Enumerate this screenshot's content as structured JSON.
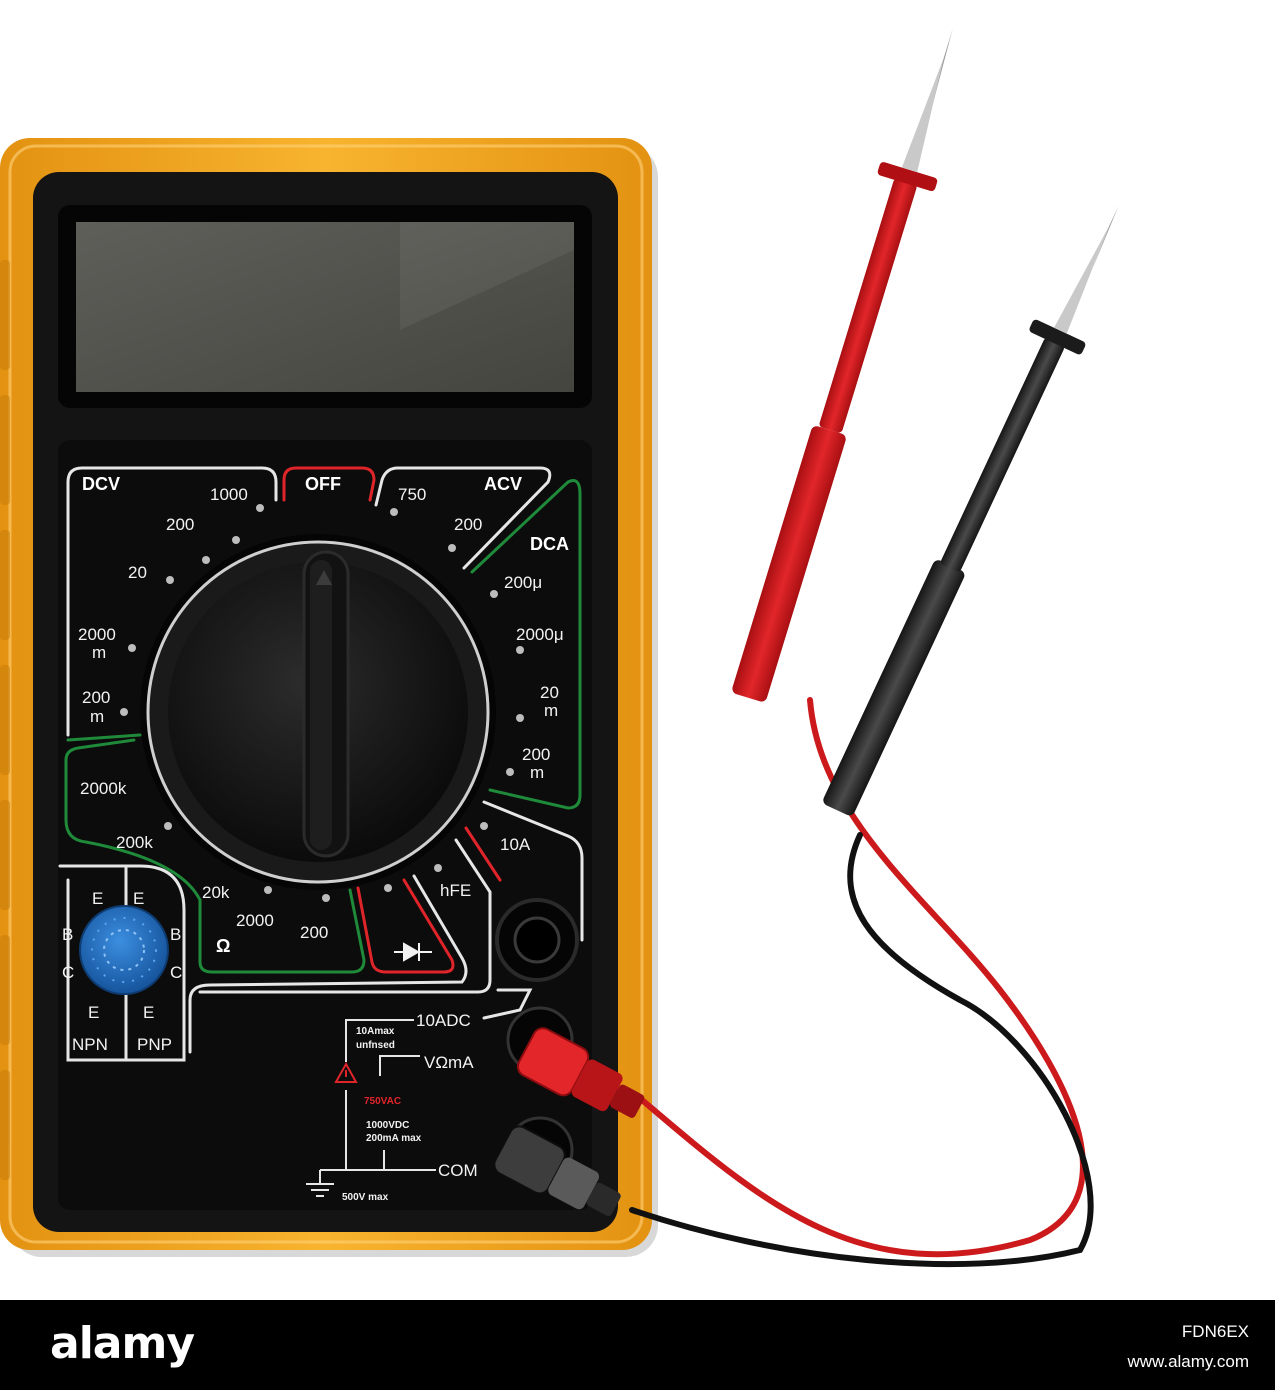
{
  "ranges": {
    "off": "OFF",
    "dcv": {
      "title": "DCV",
      "v1000": "1000",
      "v200": "200",
      "v20": "20",
      "v2000m_a": "2000",
      "v2000m_b": "m",
      "v200m_a": "200",
      "v200m_b": "m"
    },
    "acv": {
      "title": "ACV",
      "v750": "750",
      "v200": "200"
    },
    "dca": {
      "title": "DCA",
      "u200": "200μ",
      "u2000": "2000μ",
      "m20_a": "20",
      "m20_b": "m",
      "m200_a": "200",
      "m200_b": "m",
      "a10": "10A"
    },
    "ohm": {
      "title": "Ω",
      "k2000": "2000k",
      "k200": "200k",
      "k20": "20k",
      "o2000": "2000",
      "o200": "200"
    },
    "hfe": "hFE"
  },
  "transistor_socket": {
    "e": "E",
    "b": "B",
    "c": "C",
    "npn": "NPN",
    "pnp": "PNP"
  },
  "jacks": {
    "adc": "10ADC",
    "adc_note1": "10Amax",
    "adc_note2": "unfnsed",
    "vohm": "VΩmA",
    "vac": "750VAC",
    "vdc": "1000VDC",
    "ma_max": "200mA max",
    "com": "COM",
    "com_max": "500V max"
  },
  "colors": {
    "body": "#f0a020",
    "panel": "#111111",
    "probe_red": "#d3191c",
    "probe_black": "#2a2a2a",
    "transistor_dial": "#1f6fc4"
  },
  "footer": {
    "brand": "alamy",
    "image_id": "FDN6EX",
    "site": "www.alamy.com"
  }
}
